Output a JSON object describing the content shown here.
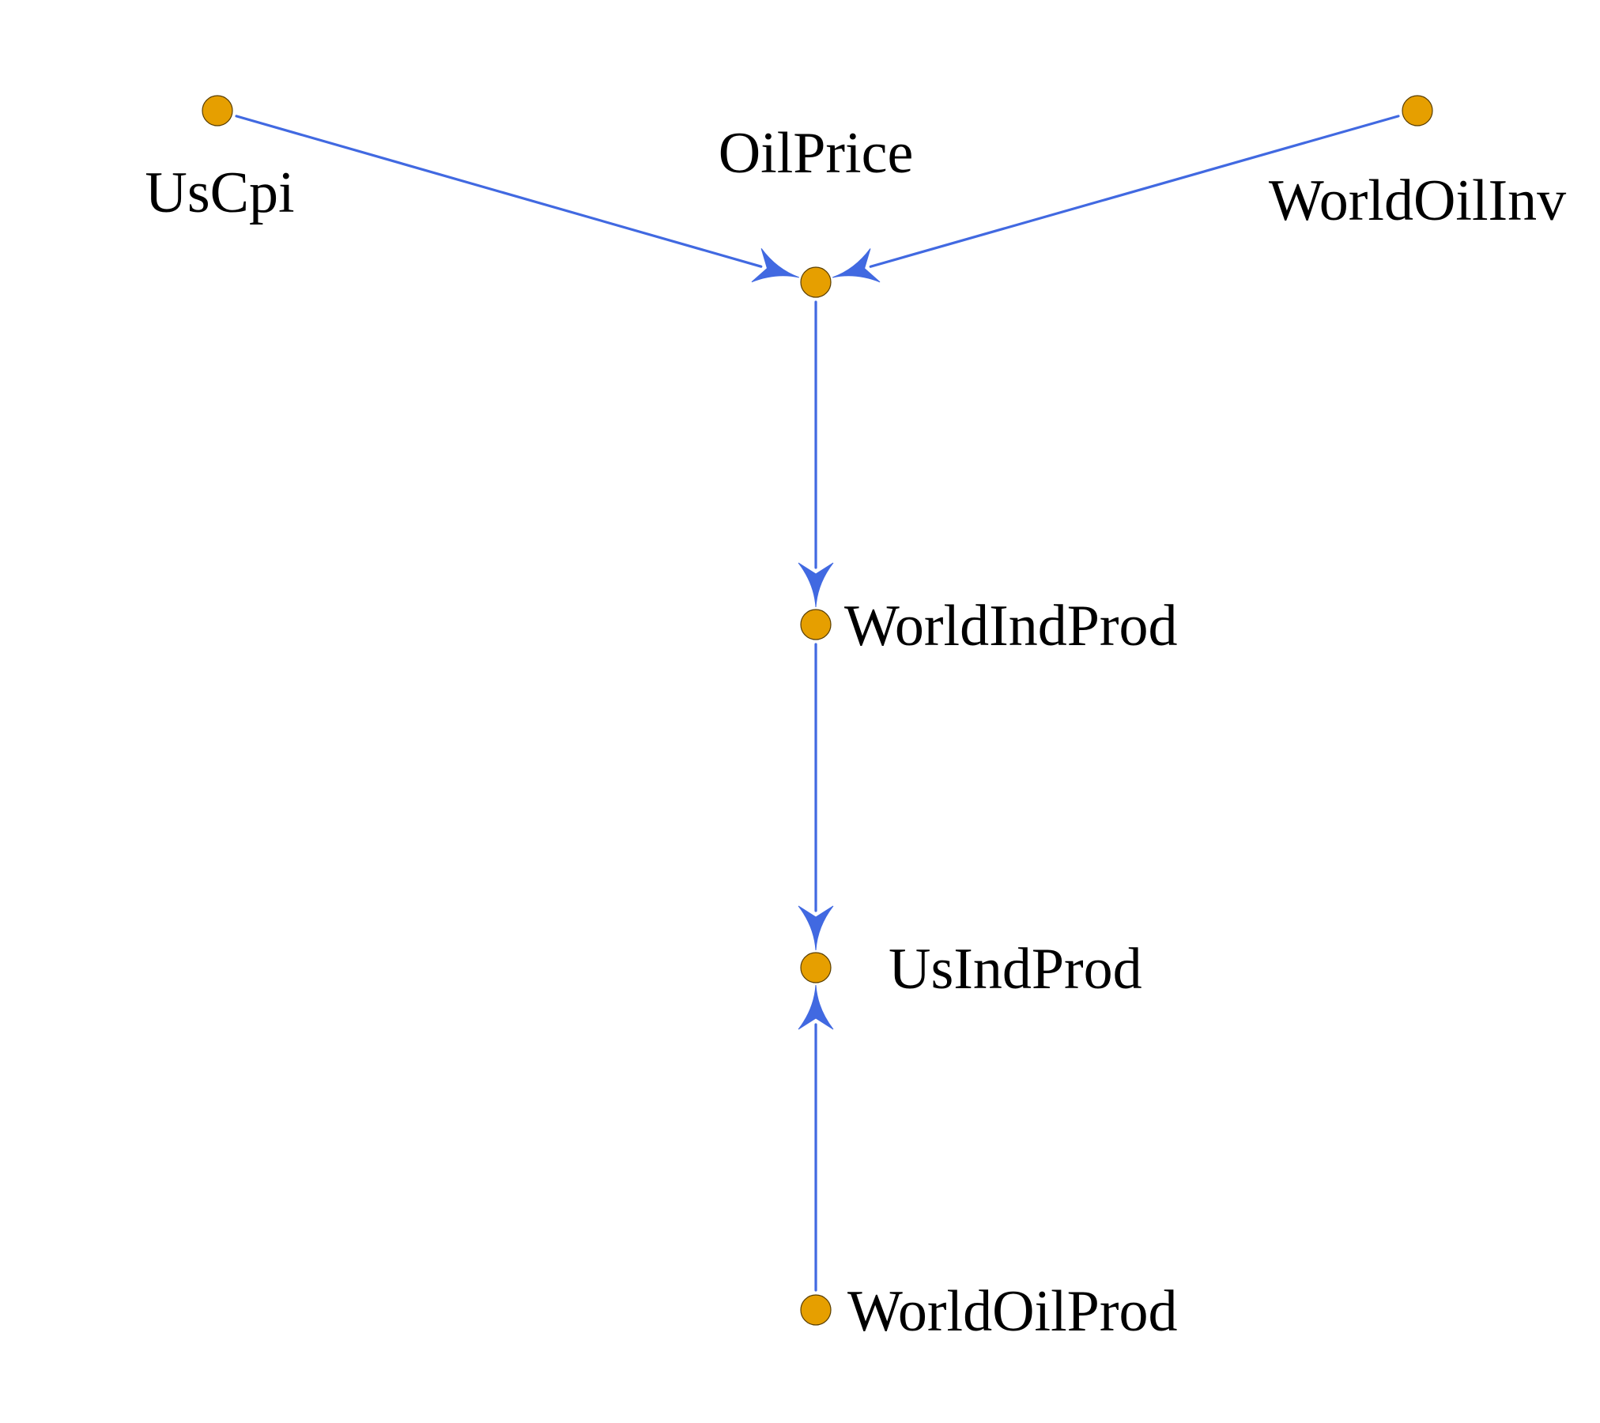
{
  "diagram": {
    "type": "directed-graph",
    "colors": {
      "edge": "#4169E1",
      "node_fill": "#E69F00",
      "node_stroke": "#5A3F00",
      "label": "#000000"
    },
    "nodes": [
      {
        "id": "UsCpi",
        "label": "UsCpi"
      },
      {
        "id": "WorldOilInv",
        "label": "WorldOilInv"
      },
      {
        "id": "OilPrice",
        "label": "OilPrice"
      },
      {
        "id": "WorldIndProd",
        "label": "WorldIndProd"
      },
      {
        "id": "UsIndProd",
        "label": "UsIndProd"
      },
      {
        "id": "WorldOilProd",
        "label": "WorldOilProd"
      }
    ],
    "edges": [
      {
        "from": "UsCpi",
        "to": "OilPrice"
      },
      {
        "from": "WorldOilInv",
        "to": "OilPrice"
      },
      {
        "from": "OilPrice",
        "to": "WorldIndProd"
      },
      {
        "from": "WorldIndProd",
        "to": "UsIndProd"
      },
      {
        "from": "WorldOilProd",
        "to": "UsIndProd"
      }
    ]
  }
}
